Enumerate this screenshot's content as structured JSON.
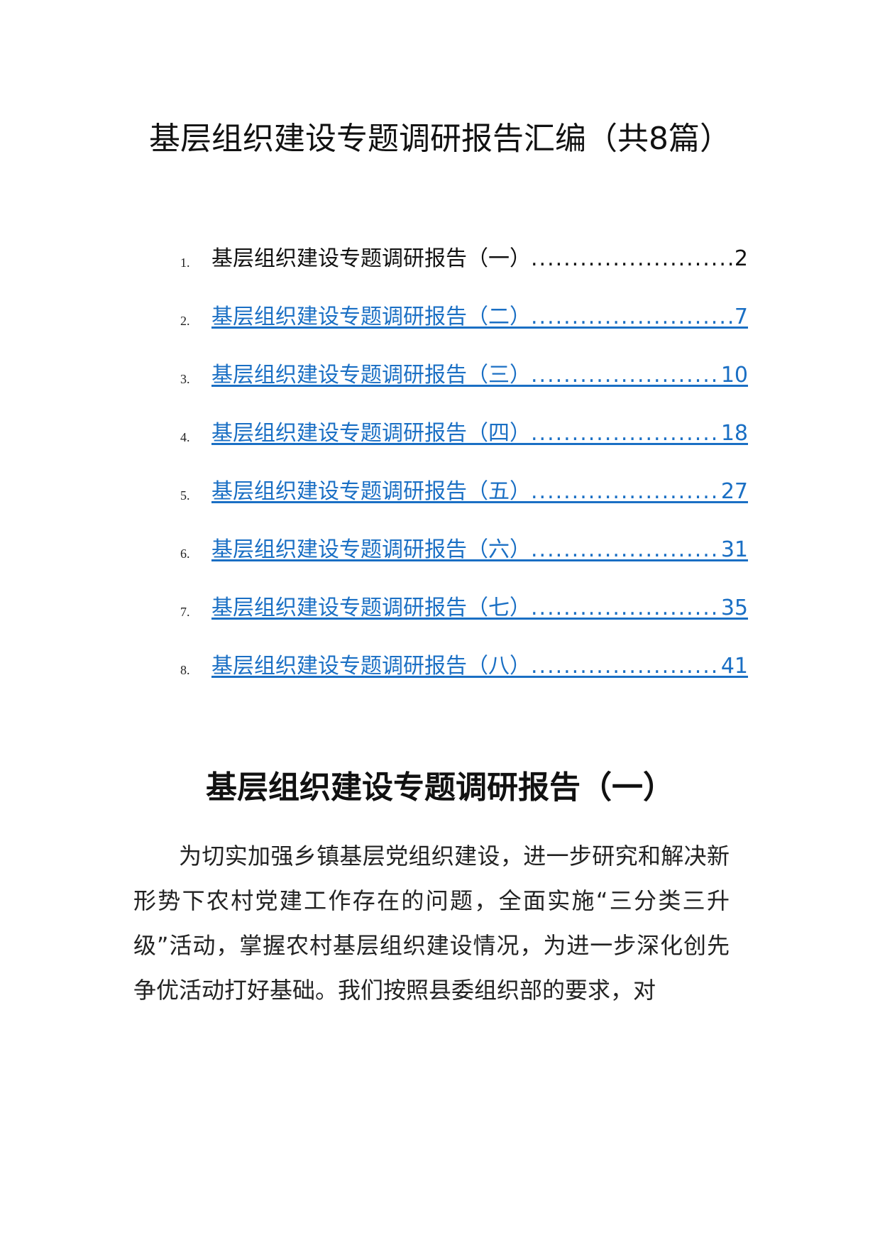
{
  "document": {
    "title": "基层组织建设专题调研报告汇编（共8篇）",
    "toc": [
      {
        "num": "1.",
        "text": "基层组织建设专题调研报告（一）",
        "page": "2",
        "linked": false
      },
      {
        "num": "2.",
        "text": "基层组织建设专题调研报告（二）",
        "page": "7",
        "linked": true
      },
      {
        "num": "3.",
        "text": "基层组织建设专题调研报告（三）",
        "page": "10",
        "linked": true
      },
      {
        "num": "4.",
        "text": "基层组织建设专题调研报告（四）",
        "page": "18",
        "linked": true
      },
      {
        "num": "5.",
        "text": "基层组织建设专题调研报告（五）",
        "page": "27",
        "linked": true
      },
      {
        "num": "6.",
        "text": "基层组织建设专题调研报告（六）",
        "page": "31",
        "linked": true
      },
      {
        "num": "7.",
        "text": "基层组织建设专题调研报告（七）",
        "page": "35",
        "linked": true
      },
      {
        "num": "8.",
        "text": "基层组织建设专题调研报告（八）",
        "page": "41",
        "linked": true
      }
    ],
    "section_title": "基层组织建设专题调研报告（一）",
    "paragraph": "为切实加强乡镇基层党组织建设，进一步研究和解决新形势下农村党建工作存在的问题，全面实施“三分类三升级”活动，掌握农村基层组织建设情况，为进一步深化创先争优活动打好基础。我们按照县委组织部的要求，对"
  },
  "colors": {
    "link": "#1a6fc4",
    "text": "#111111"
  }
}
